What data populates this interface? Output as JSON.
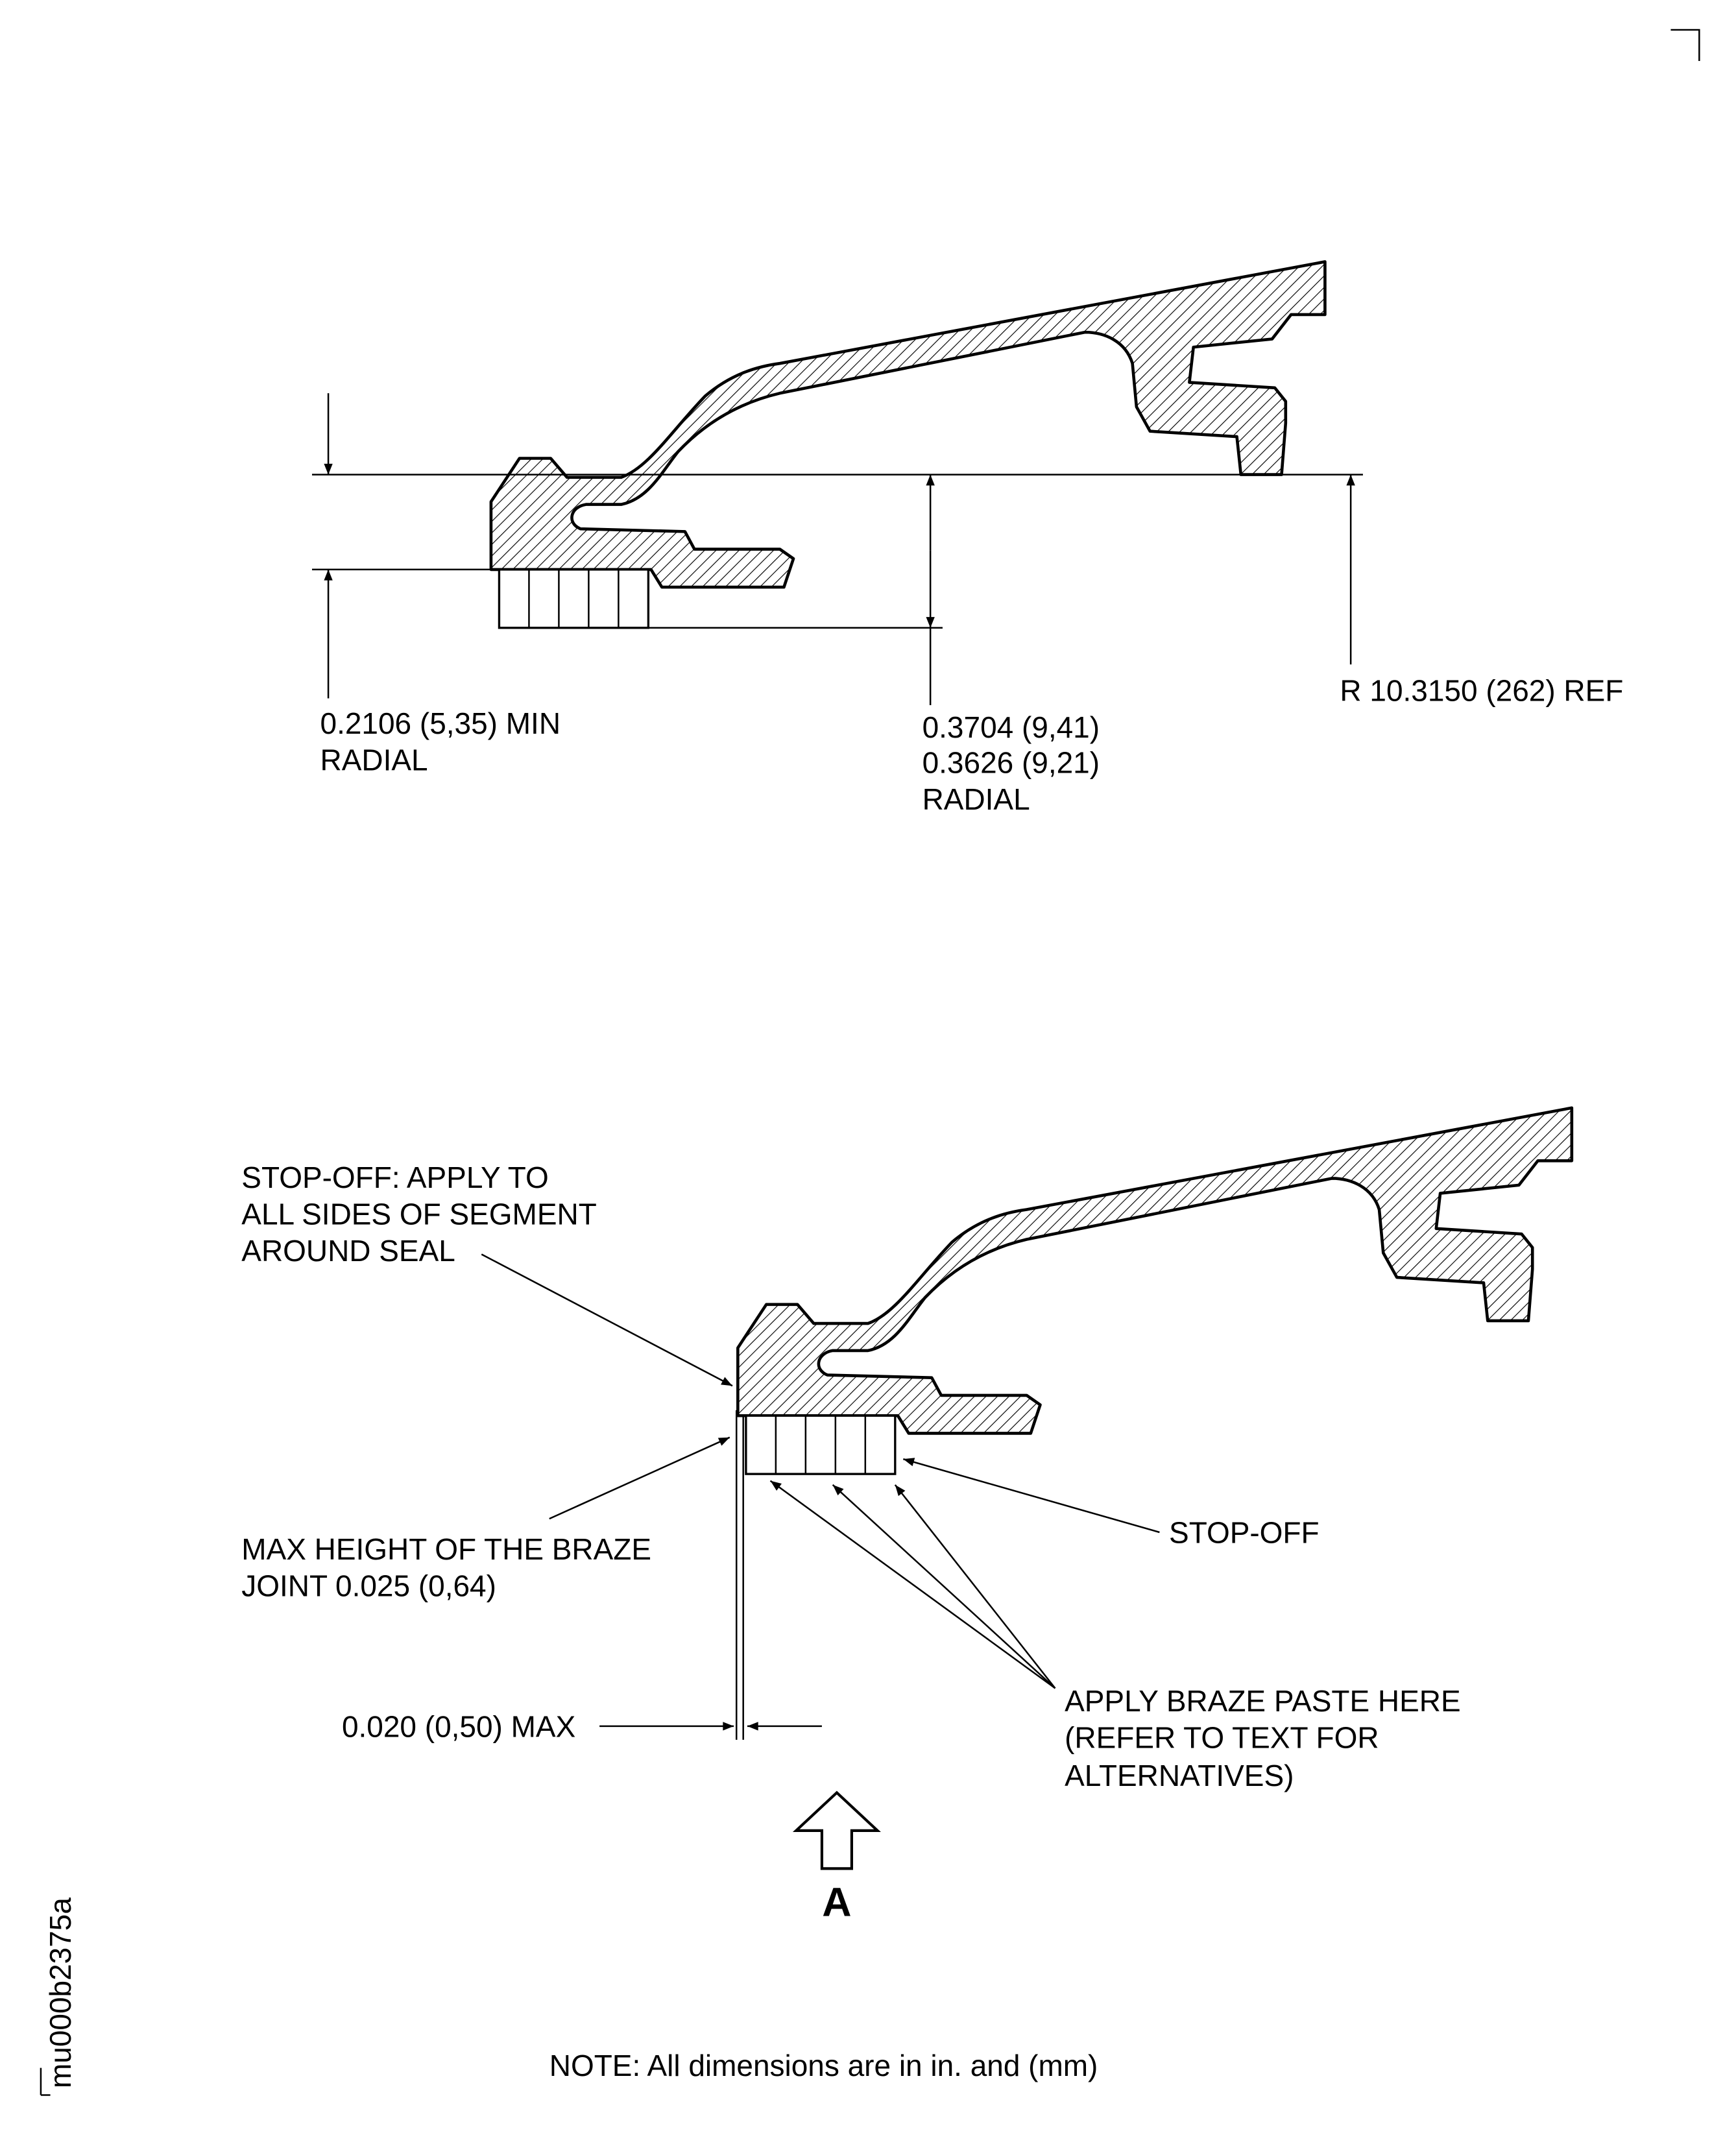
{
  "figure_id": "mu000b2375a",
  "top_view": {
    "dim_min": "0.2106 (5,35) MIN",
    "dim_min_2": "RADIAL",
    "dim_range_1": "0.3704 (9,41)",
    "dim_range_2": "0.3626 (9,21)",
    "dim_range_3": "RADIAL",
    "radius_ref": "R 10.3150 (262) REF"
  },
  "bottom_view": {
    "stopoff_all_1": "STOP-OFF: APPLY TO",
    "stopoff_all_2": "ALL SIDES OF SEGMENT",
    "stopoff_all_3": "AROUND SEAL",
    "max_height_1": "MAX HEIGHT OF THE BRAZE",
    "max_height_2": "JOINT 0.025 (0,64)",
    "gap_max": "0.020 (0,50) MAX",
    "stopoff": "STOP-OFF",
    "braze_1": "APPLY BRAZE PASTE HERE",
    "braze_2": "(REFER TO TEXT FOR",
    "braze_3": "ALTERNATIVES)",
    "view_label": "A"
  },
  "note": "NOTE:  All dimensions are in in. and (mm)"
}
